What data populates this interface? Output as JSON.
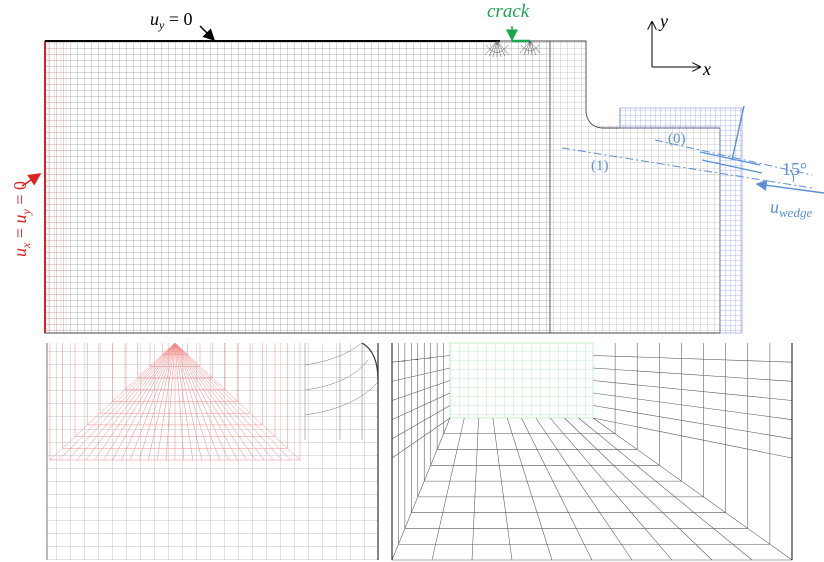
{
  "labels": {
    "uy_top_u": "u",
    "uy_top_sub": "y",
    "uy_top_rest": " = 0",
    "crack": "crack",
    "axis_y": "y",
    "axis_x": "x",
    "left_bc": "u_x = u_y = 0",
    "left_u1": "u",
    "left_s1": "x",
    "left_eq1": " = ",
    "left_u2": "u",
    "left_s2": "y",
    "left_eq2": " = 0",
    "mark0": "(0)",
    "mark1": "(1)",
    "angle": "15°",
    "uwedge_u": "u",
    "uwedge_sub": "wedge"
  },
  "colors": {
    "mesh": "#555555",
    "fixed_edge": "#e02020",
    "crack_mesh": "#e02020",
    "refined_mesh": "#22cc44",
    "wedge": "#5b8fd6",
    "crack_label": "#1aa64a"
  },
  "icons": [
    "arrow-icon",
    "axis-icon"
  ]
}
